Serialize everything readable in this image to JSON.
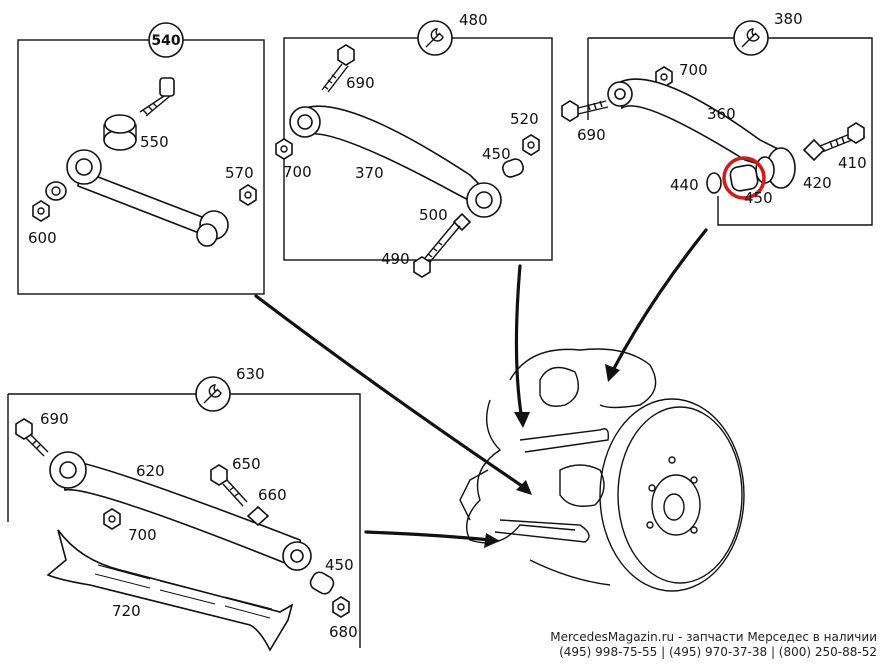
{
  "panels": {
    "p540": {
      "number": "540",
      "callouts": [
        "550",
        "570",
        "600"
      ]
    },
    "p480": {
      "number": "480",
      "callouts": [
        "690",
        "700",
        "370",
        "520",
        "450",
        "500",
        "490"
      ]
    },
    "p380": {
      "number": "380",
      "callouts": [
        "700",
        "360",
        "690",
        "440",
        "450",
        "420",
        "410"
      ]
    },
    "p630": {
      "number": "630",
      "callouts": [
        "690",
        "620",
        "650",
        "660",
        "700",
        "450",
        "720",
        "680"
      ]
    }
  },
  "highlight": {
    "color": "#d11a1a",
    "target": "450"
  },
  "watermark": {
    "line1": "MercedesMagazin.ru - запчасти Мерседес в наличии",
    "line2": "(495) 998-75-55 |  (495) 970-37-38 |  (800) 250-88-52"
  }
}
